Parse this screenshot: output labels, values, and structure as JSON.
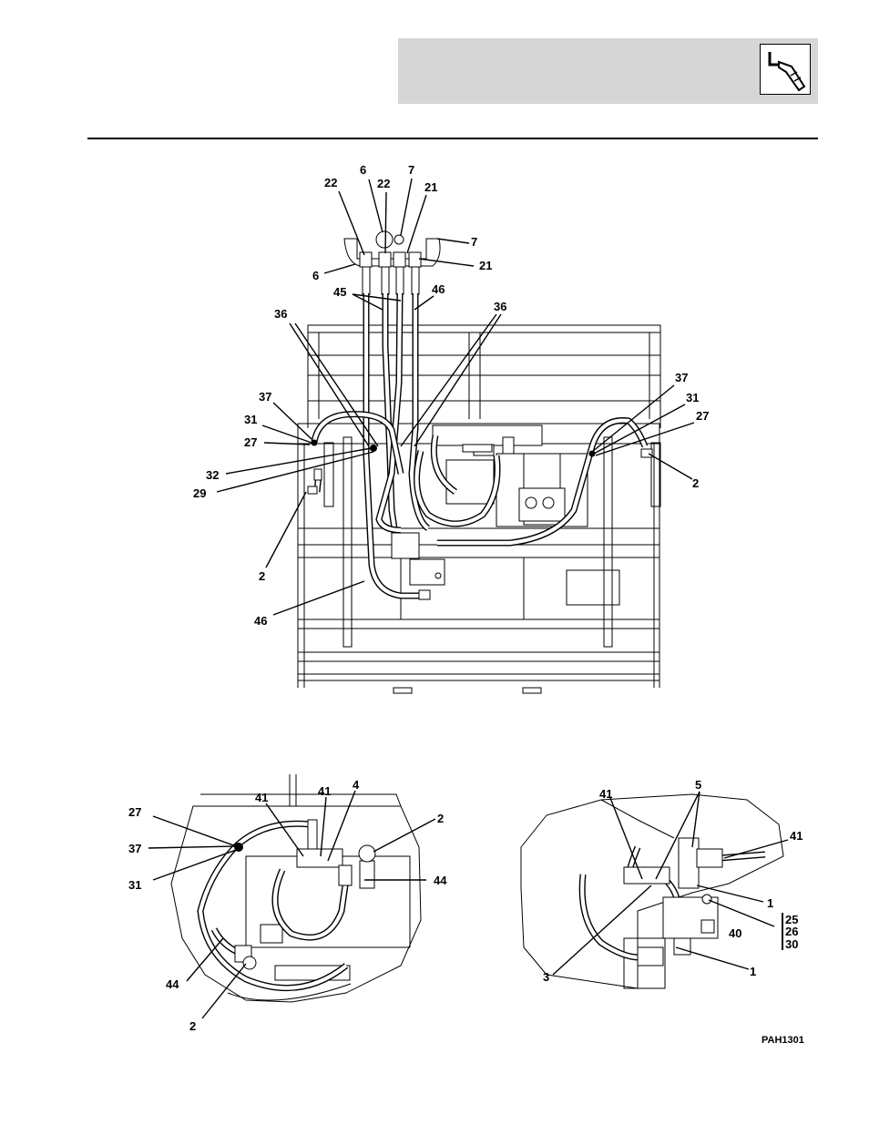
{
  "figure_code": "PAH1301",
  "header": {
    "icon": "hydraulic-wrench-icon"
  },
  "labels": {
    "main": [
      "6",
      "7",
      "22",
      "22",
      "21",
      "7",
      "6",
      "21",
      "45",
      "46",
      "36",
      "36",
      "37",
      "31",
      "27",
      "32",
      "29",
      "2",
      "46",
      "37",
      "31",
      "27",
      "2"
    ],
    "detail_left": [
      "27",
      "37",
      "31",
      "41",
      "41",
      "4",
      "2",
      "44",
      "44",
      "2"
    ],
    "detail_right": [
      "41",
      "5",
      "41",
      "1",
      "25",
      "26",
      "30",
      "40",
      "3",
      "1"
    ]
  }
}
